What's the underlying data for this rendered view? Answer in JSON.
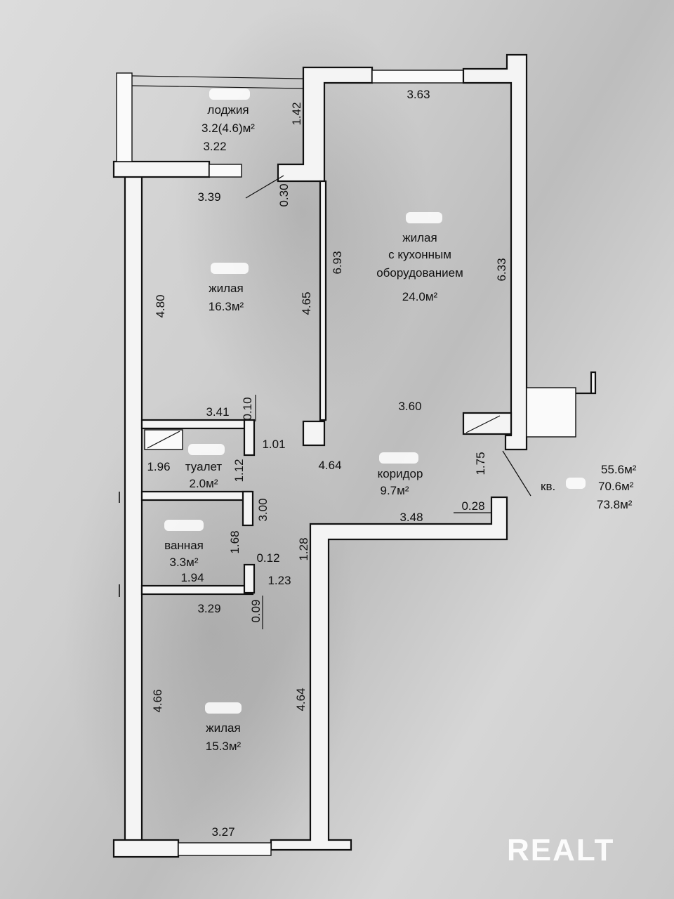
{
  "rooms": {
    "loggia": {
      "name": "лоджия",
      "area": "3.2(4.6)м²"
    },
    "kitchen_living": {
      "line1": "жилая",
      "line2": "с кухонным",
      "line3": "оборудованием",
      "area": "24.0м²"
    },
    "bedroom1": {
      "name": "жилая",
      "area": "16.3м²"
    },
    "toilet": {
      "name": "туалет",
      "area": "2.0м²"
    },
    "corridor": {
      "name": "коридор",
      "area": "9.7м²"
    },
    "bathroom": {
      "name": "ванная",
      "area": "3.3м²"
    },
    "bedroom2": {
      "name": "жилая",
      "area": "15.3м²"
    }
  },
  "apartment": {
    "label": "кв.",
    "living_area": "55.6м²",
    "total_area": "70.6м²",
    "total_with_loggia": "73.8м²"
  },
  "dimensions": {
    "d_363": "3.63",
    "d_142": "1.42",
    "d_322": "3.22",
    "d_339": "3.39",
    "d_030": "0.30",
    "d_693": "6.93",
    "d_633": "6.33",
    "d_480": "4.80",
    "d_465": "4.65",
    "d_341": "3.41",
    "d_010": "0.10",
    "d_360": "3.60",
    "d_101": "1.01",
    "d_196": "1.96",
    "d_112": "1.12",
    "d_464a": "4.64",
    "d_175": "1.75",
    "d_028": "0.28",
    "d_348": "3.48",
    "d_300": "3.00",
    "d_168": "1.68",
    "d_128": "1.28",
    "d_012": "0.12",
    "d_194": "1.94",
    "d_123": "1.23",
    "d_329": "3.29",
    "d_009": "0.09",
    "d_466": "4.66",
    "d_464b": "4.64",
    "d_327": "3.27"
  },
  "watermark": "REALT"
}
